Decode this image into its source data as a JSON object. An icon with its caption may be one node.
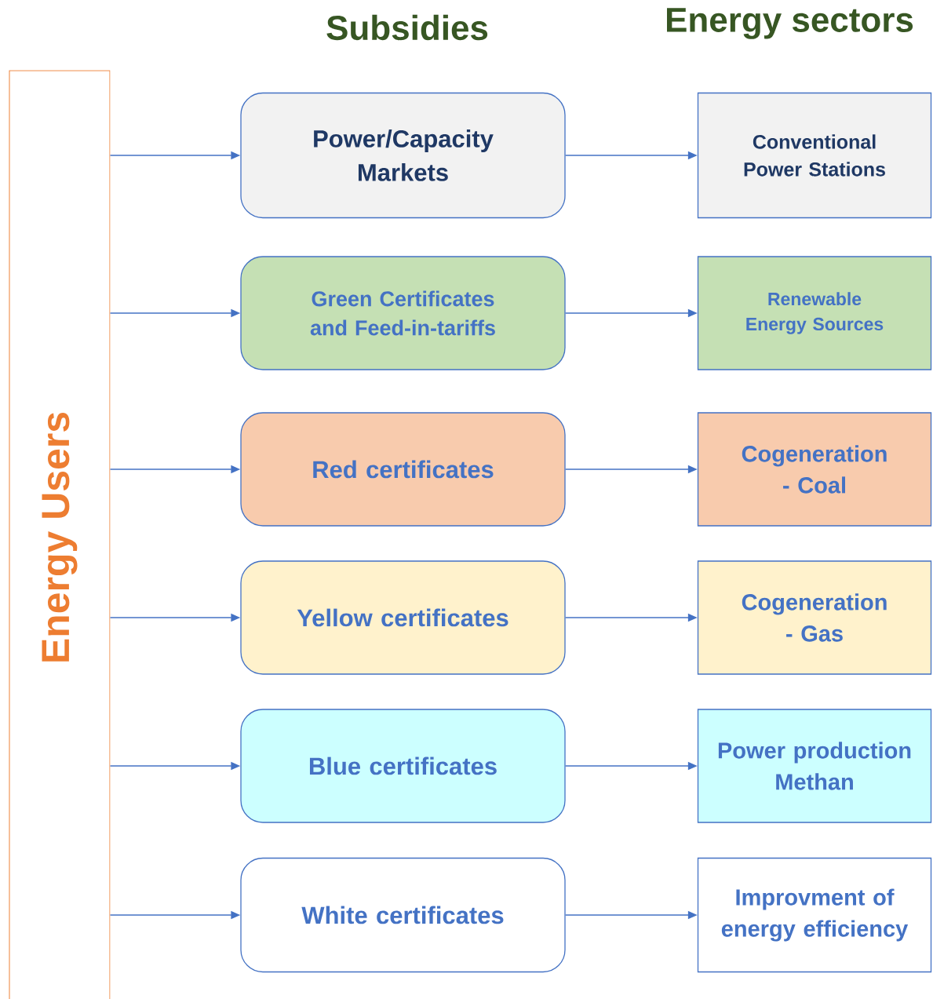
{
  "diagram": {
    "nodes": [
      {
        "text": [
          "Energy Users"
        ]
      },
      {
        "text": [
          "Power/Capacity Markets"
        ]
      },
      {
        "text": [
          "Conventional Power Stations"
        ]
      },
      {
        "text": [
          "Green Certificates and Feed-in-tariffs"
        ]
      },
      {
        "text": [
          "Renewable Energy Sources"
        ]
      },
      {
        "text": [
          "Red certificates"
        ]
      },
      {
        "text": [
          "Cogeneration - Coal"
        ]
      },
      {
        "text": [
          "Yellow certificates"
        ]
      },
      {
        "text": [
          "Cogeneration - Gas"
        ]
      },
      {
        "text": [
          "Blue certificates"
        ]
      },
      {
        "text": [
          "Power production Methan"
        ]
      },
      {
        "text": [
          "White certificates"
        ]
      },
      {
        "text": [
          "Improvment of energy efficiency"
        ]
      }
    ],
    "edges": [
      {
        "from": 0,
        "to": 1,
        "arrow": "to"
      },
      {
        "from": 1,
        "to": 2,
        "arrow": "to"
      },
      {
        "from": 0,
        "to": 3,
        "arrow": "to"
      },
      {
        "from": 3,
        "to": 4,
        "arrow": "to"
      },
      {
        "from": 0,
        "to": 5,
        "arrow": "to"
      },
      {
        "from": 5,
        "to": 6,
        "arrow": "to"
      },
      {
        "from": 0,
        "to": 7,
        "arrow": "to"
      },
      {
        "from": 7,
        "to": 8,
        "arrow": "to"
      },
      {
        "from": 0,
        "to": 9,
        "arrow": "to"
      },
      {
        "from": 9,
        "to": 10,
        "arrow": "to"
      },
      {
        "from": 0,
        "to": 11,
        "arrow": "to"
      },
      {
        "from": 11,
        "to": 12,
        "arrow": "to"
      }
    ],
    "labels": [
      "Subsidies",
      "Energy sectors"
    ]
  }
}
